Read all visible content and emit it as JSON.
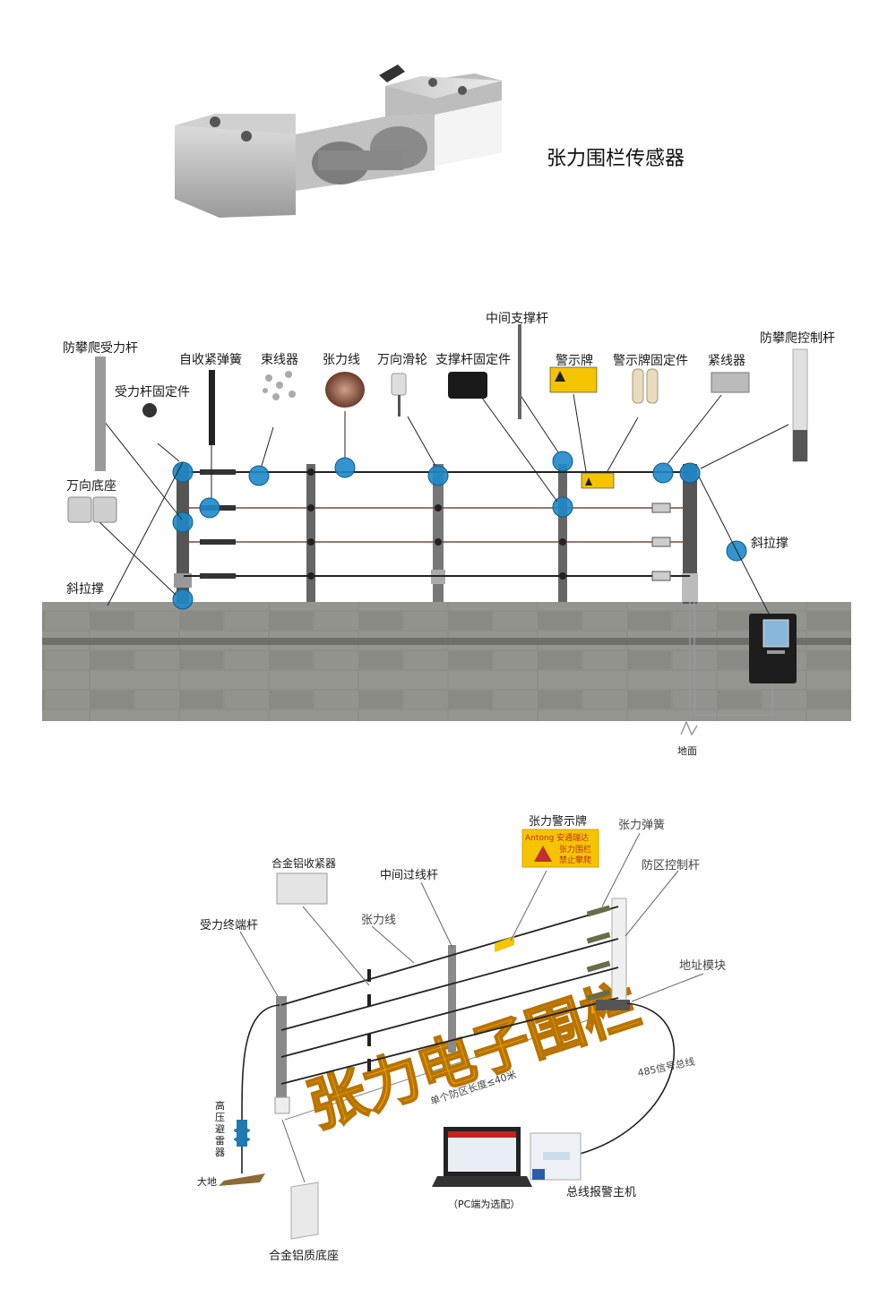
{
  "product_title": "张力围栏传感器",
  "fence_diagram": {
    "labels": {
      "anti_climb_force_pole": "防攀爬受力杆",
      "force_pole_fixture": "受力杆固定件",
      "self_retract_spring": "自收紧弹簧",
      "wire_bundler": "束线器",
      "tension_wire": "张力线",
      "universal_pulley": "万向滑轮",
      "support_pole_fixture": "支撑杆固定件",
      "middle_support_pole": "中间支撑杆",
      "warning_sign": "警示牌",
      "warning_sign_fixture": "警示牌固定件",
      "tensioner": "紧线器",
      "anti_climb_control_pole": "防攀爬控制杆",
      "universal_base": "万向底座",
      "diagonal_brace_left": "斜拉撑",
      "diagonal_brace_right": "斜拉撑",
      "ground": "地面"
    }
  },
  "system_diagram": {
    "labels": {
      "tension_warning_sign": "张力警示牌",
      "tension_spring": "张力弹簧",
      "zone_control_pole": "防区控制杆",
      "alloy_tensioner": "合金铝收紧器",
      "middle_pass_pole": "中间过线杆",
      "tension_wire": "张力线",
      "force_end_pole": "受力终端杆",
      "address_module": "地址模块",
      "bus_485": "485信号总线",
      "zone_length": "单个防区长度≤40米",
      "lightning_arrester": "高压避雷器",
      "ground": "大地",
      "bus_alarm_host": "总线报警主机",
      "pc_optional": "（PC端为选配）",
      "alloy_base": "合金铝质底座",
      "big_text": "张力电子围栏"
    },
    "sign_text": {
      "brand": "Antong 安通瑞达",
      "line1": "张力围栏",
      "line2": "禁止攀爬"
    }
  },
  "colors": {
    "marker_blue": "#1e88c8",
    "sign_yellow": "#f5c400",
    "big_text_orange": "#f5a800",
    "wall_gray": "#8a8a86"
  }
}
